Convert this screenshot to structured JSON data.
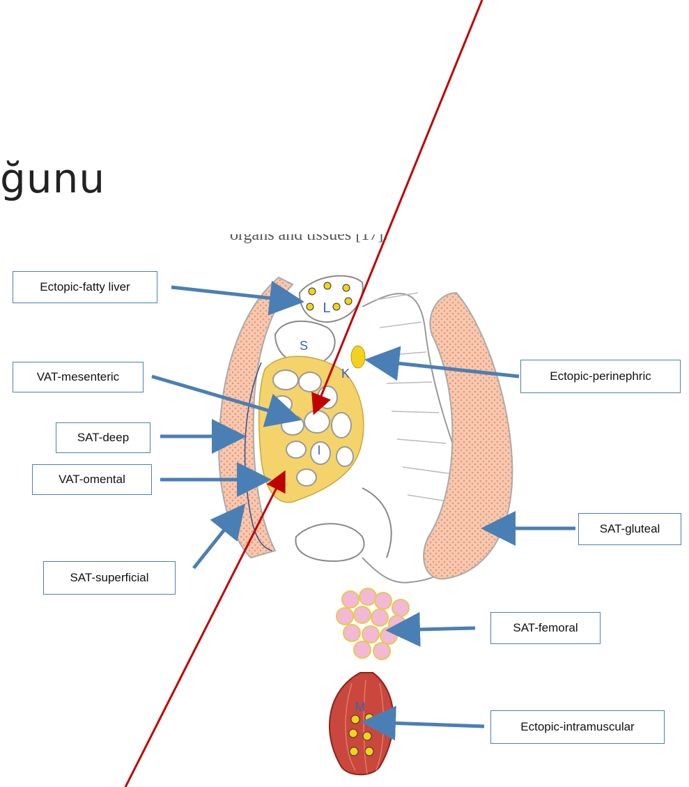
{
  "title_fragment": "ğunu",
  "caption_fragment": "organs and tissues [17].",
  "labels": {
    "fatty_liver": "Ectopic-fatty liver",
    "vat_mesenteric": "VAT-mesenteric",
    "sat_deep": "SAT-deep",
    "vat_omental": "VAT-omental",
    "sat_superficial": "SAT-superficial",
    "perinephric": "Ectopic-perinephric",
    "sat_gluteal": "SAT-gluteal",
    "sat_femoral": "SAT-femoral",
    "intramuscular": "Ectopic-intramuscular"
  },
  "organ_letters": {
    "liver": "L",
    "stomach": "S",
    "kidney": "K",
    "intestine": "I",
    "muscle": "M"
  },
  "colors": {
    "box_border": "#4a7fb5",
    "arrow": "#4a7fb5",
    "red_annotation": "#c00000",
    "fat_yellow": "#f4d36b",
    "sat_orange": "#f1b79a",
    "muscle_red": "#c9473c",
    "femoral_pink": "#f2b8d6"
  }
}
